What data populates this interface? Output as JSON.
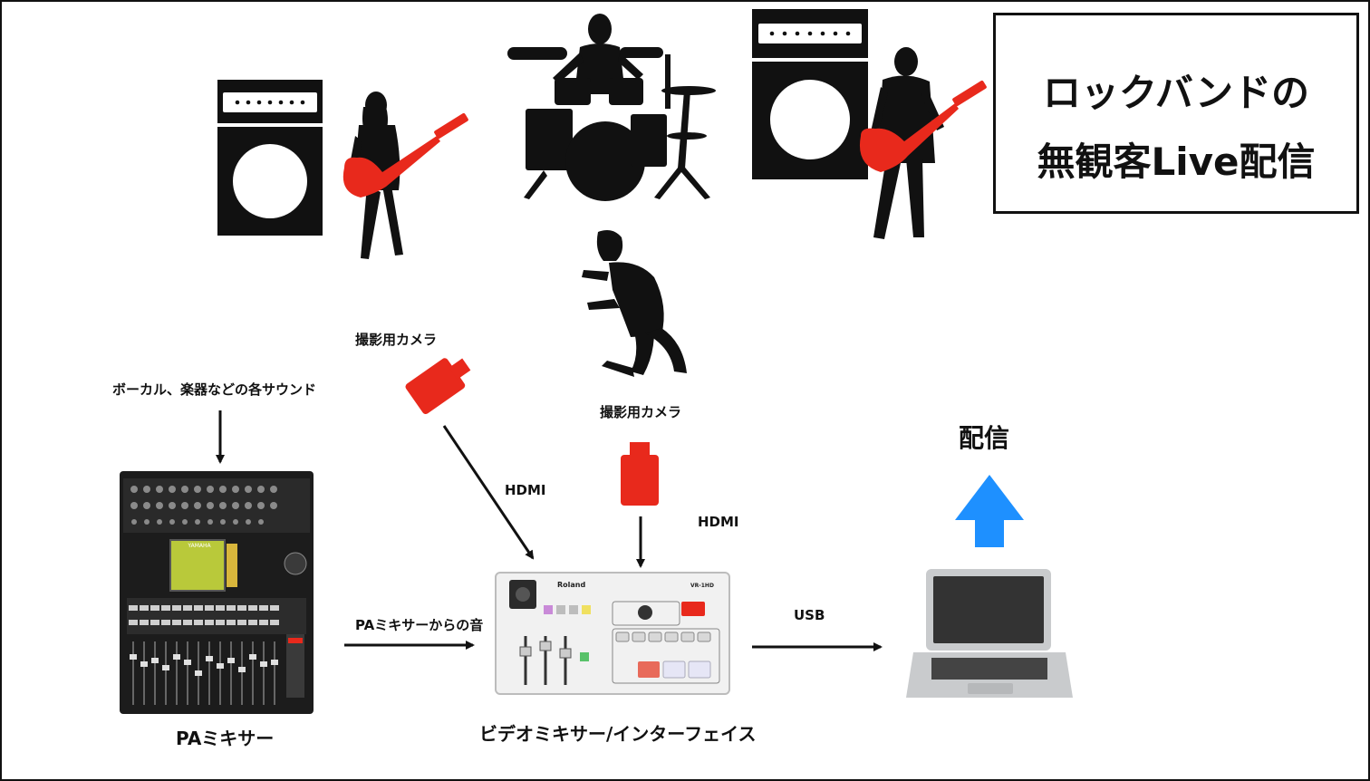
{
  "title": {
    "line1": "ロックバンドの",
    "line2": "無観客Live配信"
  },
  "labels": {
    "camera_left": "撮影用カメラ",
    "camera_center": "撮影用カメラ",
    "sound_source": "ボーカル、楽器などの各サウンド",
    "hdmi_left": "HDMI",
    "hdmi_center": "HDMI",
    "pa_to_mixer": "PAミキサーからの音",
    "usb": "USB",
    "stream": "配信",
    "pa_mixer": "PAミキサー",
    "video_mixer": "ビデオミキサー/インターフェイス"
  },
  "device_text": {
    "roland_brand": "Roland",
    "roland_model": "VR-1HD",
    "yamaha_brand": "YAMAHA"
  },
  "colors": {
    "camera": "#e8291c",
    "guitar": "#e8291c",
    "upload_arrow": "#1e90ff",
    "silhouette": "#111111",
    "laptop_body": "#c9cbcd"
  },
  "icons": [
    "amp-icon",
    "guitarist-icon",
    "drummer-icon",
    "singer-icon",
    "camera-icon",
    "mixer-icon",
    "laptop-icon",
    "upload-arrow-icon"
  ]
}
